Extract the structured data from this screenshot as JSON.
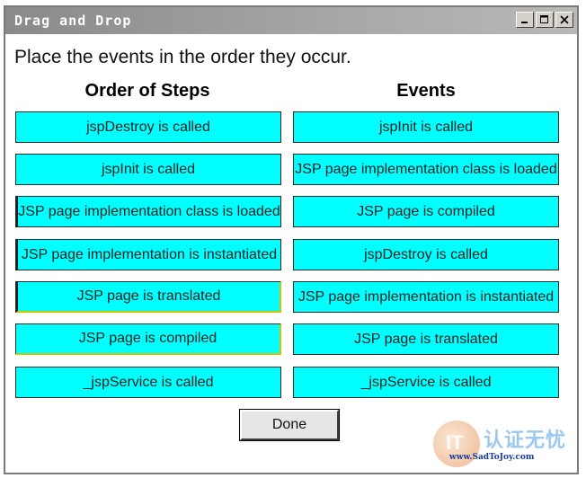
{
  "window": {
    "title": "Drag and Drop",
    "controls": {
      "minimize_icon": "minimize-icon",
      "maximize_icon": "maximize-icon",
      "close_icon": "close-icon"
    }
  },
  "instruction": "Place the events in the order they occur.",
  "columns": {
    "left_header": "Order of Steps",
    "right_header": "Events"
  },
  "order_of_steps": [
    "jspDestroy is called",
    "jspInit is called",
    "JSP page implementation class is loaded",
    "JSP page implementation is instantiated",
    "JSP page is translated",
    "JSP page is compiled",
    "_jspService is called"
  ],
  "events": [
    "jspInit is called",
    "JSP page implementation class is loaded",
    "JSP page is compiled",
    "jspDestroy is called",
    "JSP page implementation is instantiated",
    "JSP page is translated",
    "_jspService is called"
  ],
  "done_label": "Done",
  "watermark": {
    "logo_text": "IT",
    "chinese_text": "认证无忧",
    "url": "www.SadToJoy.com"
  },
  "colors": {
    "item_background": "#00ffff",
    "titlebar": "#a0a0a0"
  }
}
